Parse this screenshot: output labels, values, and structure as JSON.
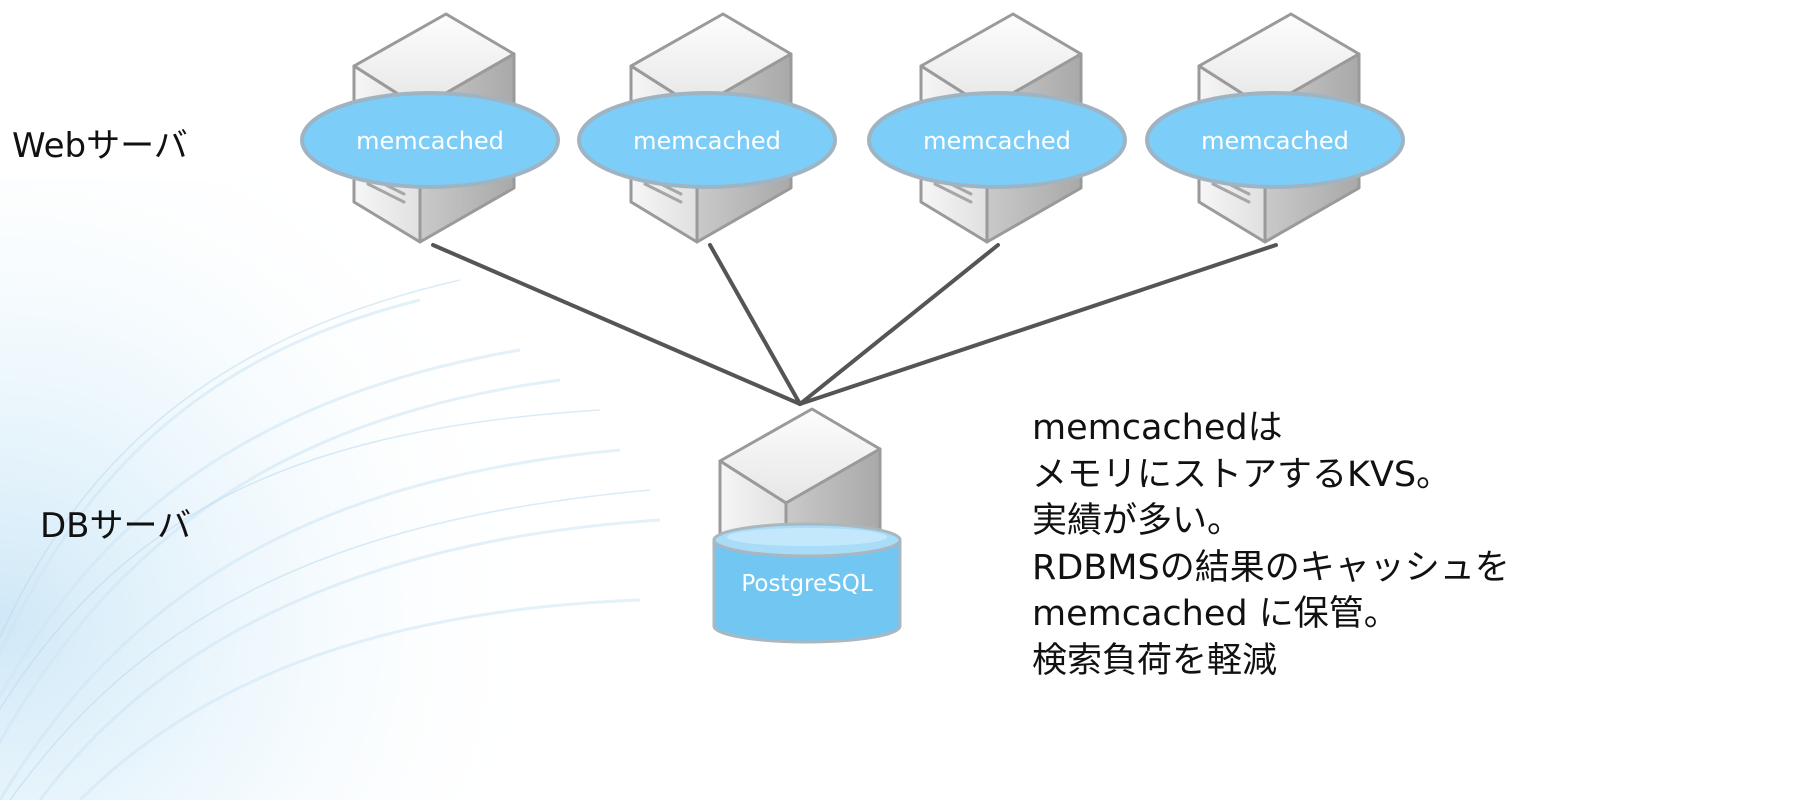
{
  "tiers": {
    "web_label": "Webサーバ",
    "db_label": "DBサーバ"
  },
  "web_servers": [
    {
      "label": "memcached"
    },
    {
      "label": "memcached"
    },
    {
      "label": "memcached"
    },
    {
      "label": "memcached"
    }
  ],
  "db_server": {
    "label": "PostgreSQL"
  },
  "description": [
    "memcachedは",
    "メモリにストアするKVS。",
    "実績が多い。",
    "RDBMSの結果のキャッシュを",
    "memcached に保管。",
    "検索負荷を軽減"
  ],
  "colors": {
    "memcached_fill": "#7ccdf7",
    "postgres_fill": "#72c6f2",
    "server_body": "#e6e6e6",
    "server_side": "#b9b9b9",
    "link_line": "#555555"
  }
}
